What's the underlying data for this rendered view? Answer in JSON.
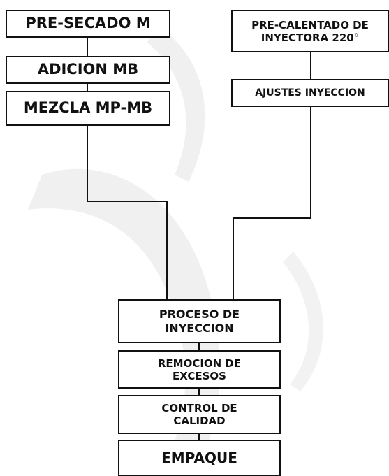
{
  "flowchart": {
    "left_chain": {
      "step1": "PRE-SECADO M",
      "step2": "ADICION MB",
      "step3": "MEZCLA MP-MB"
    },
    "right_chain": {
      "step1_line1": "PRE-CALENTADO DE",
      "step1_line2": "INYECTORA 220°",
      "step2": "AJUSTES INYECCION"
    },
    "main_chain": {
      "step1_line1": "PROCESO DE",
      "step1_line2": "INYECCION",
      "step2_line1": "REMOCION DE",
      "step2_line2": "EXCESOS",
      "step3_line1": "CONTROL DE",
      "step3_line2": "CALIDAD",
      "step4": "EMPAQUE"
    }
  },
  "colors": {
    "stroke": "#111111",
    "background": "#ffffff",
    "watermark": "#eeeeee"
  }
}
